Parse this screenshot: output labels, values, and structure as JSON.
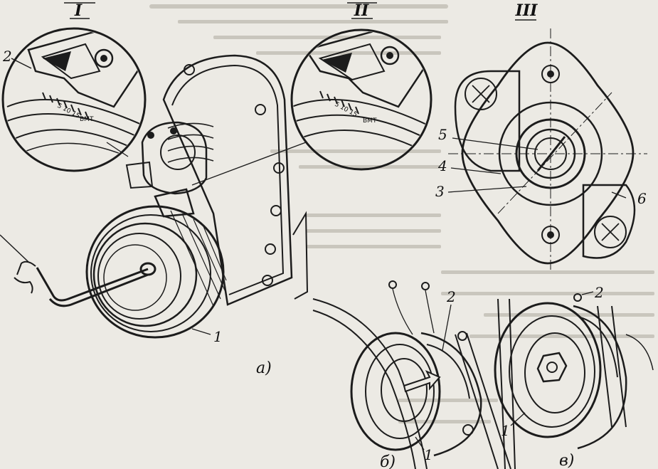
{
  "labels": {
    "inset_1": "I",
    "inset_2": "II",
    "inset_3": "III",
    "view_a": "а)",
    "view_b": "б)",
    "view_v": "в)",
    "callout_1_main": "1",
    "callout_1_b": "1",
    "callout_1_v": "1",
    "callout_2_inset": "2",
    "callout_2_b": "2",
    "callout_2_v": "2",
    "callout_3": "3",
    "callout_4": "4",
    "callout_5": "5",
    "callout_6": "6",
    "dial_mark": "ВМТ"
  },
  "colors": {
    "ink": "#1c1c1c",
    "paper": "#eceae4",
    "faded_text": "#c9c6bd"
  }
}
